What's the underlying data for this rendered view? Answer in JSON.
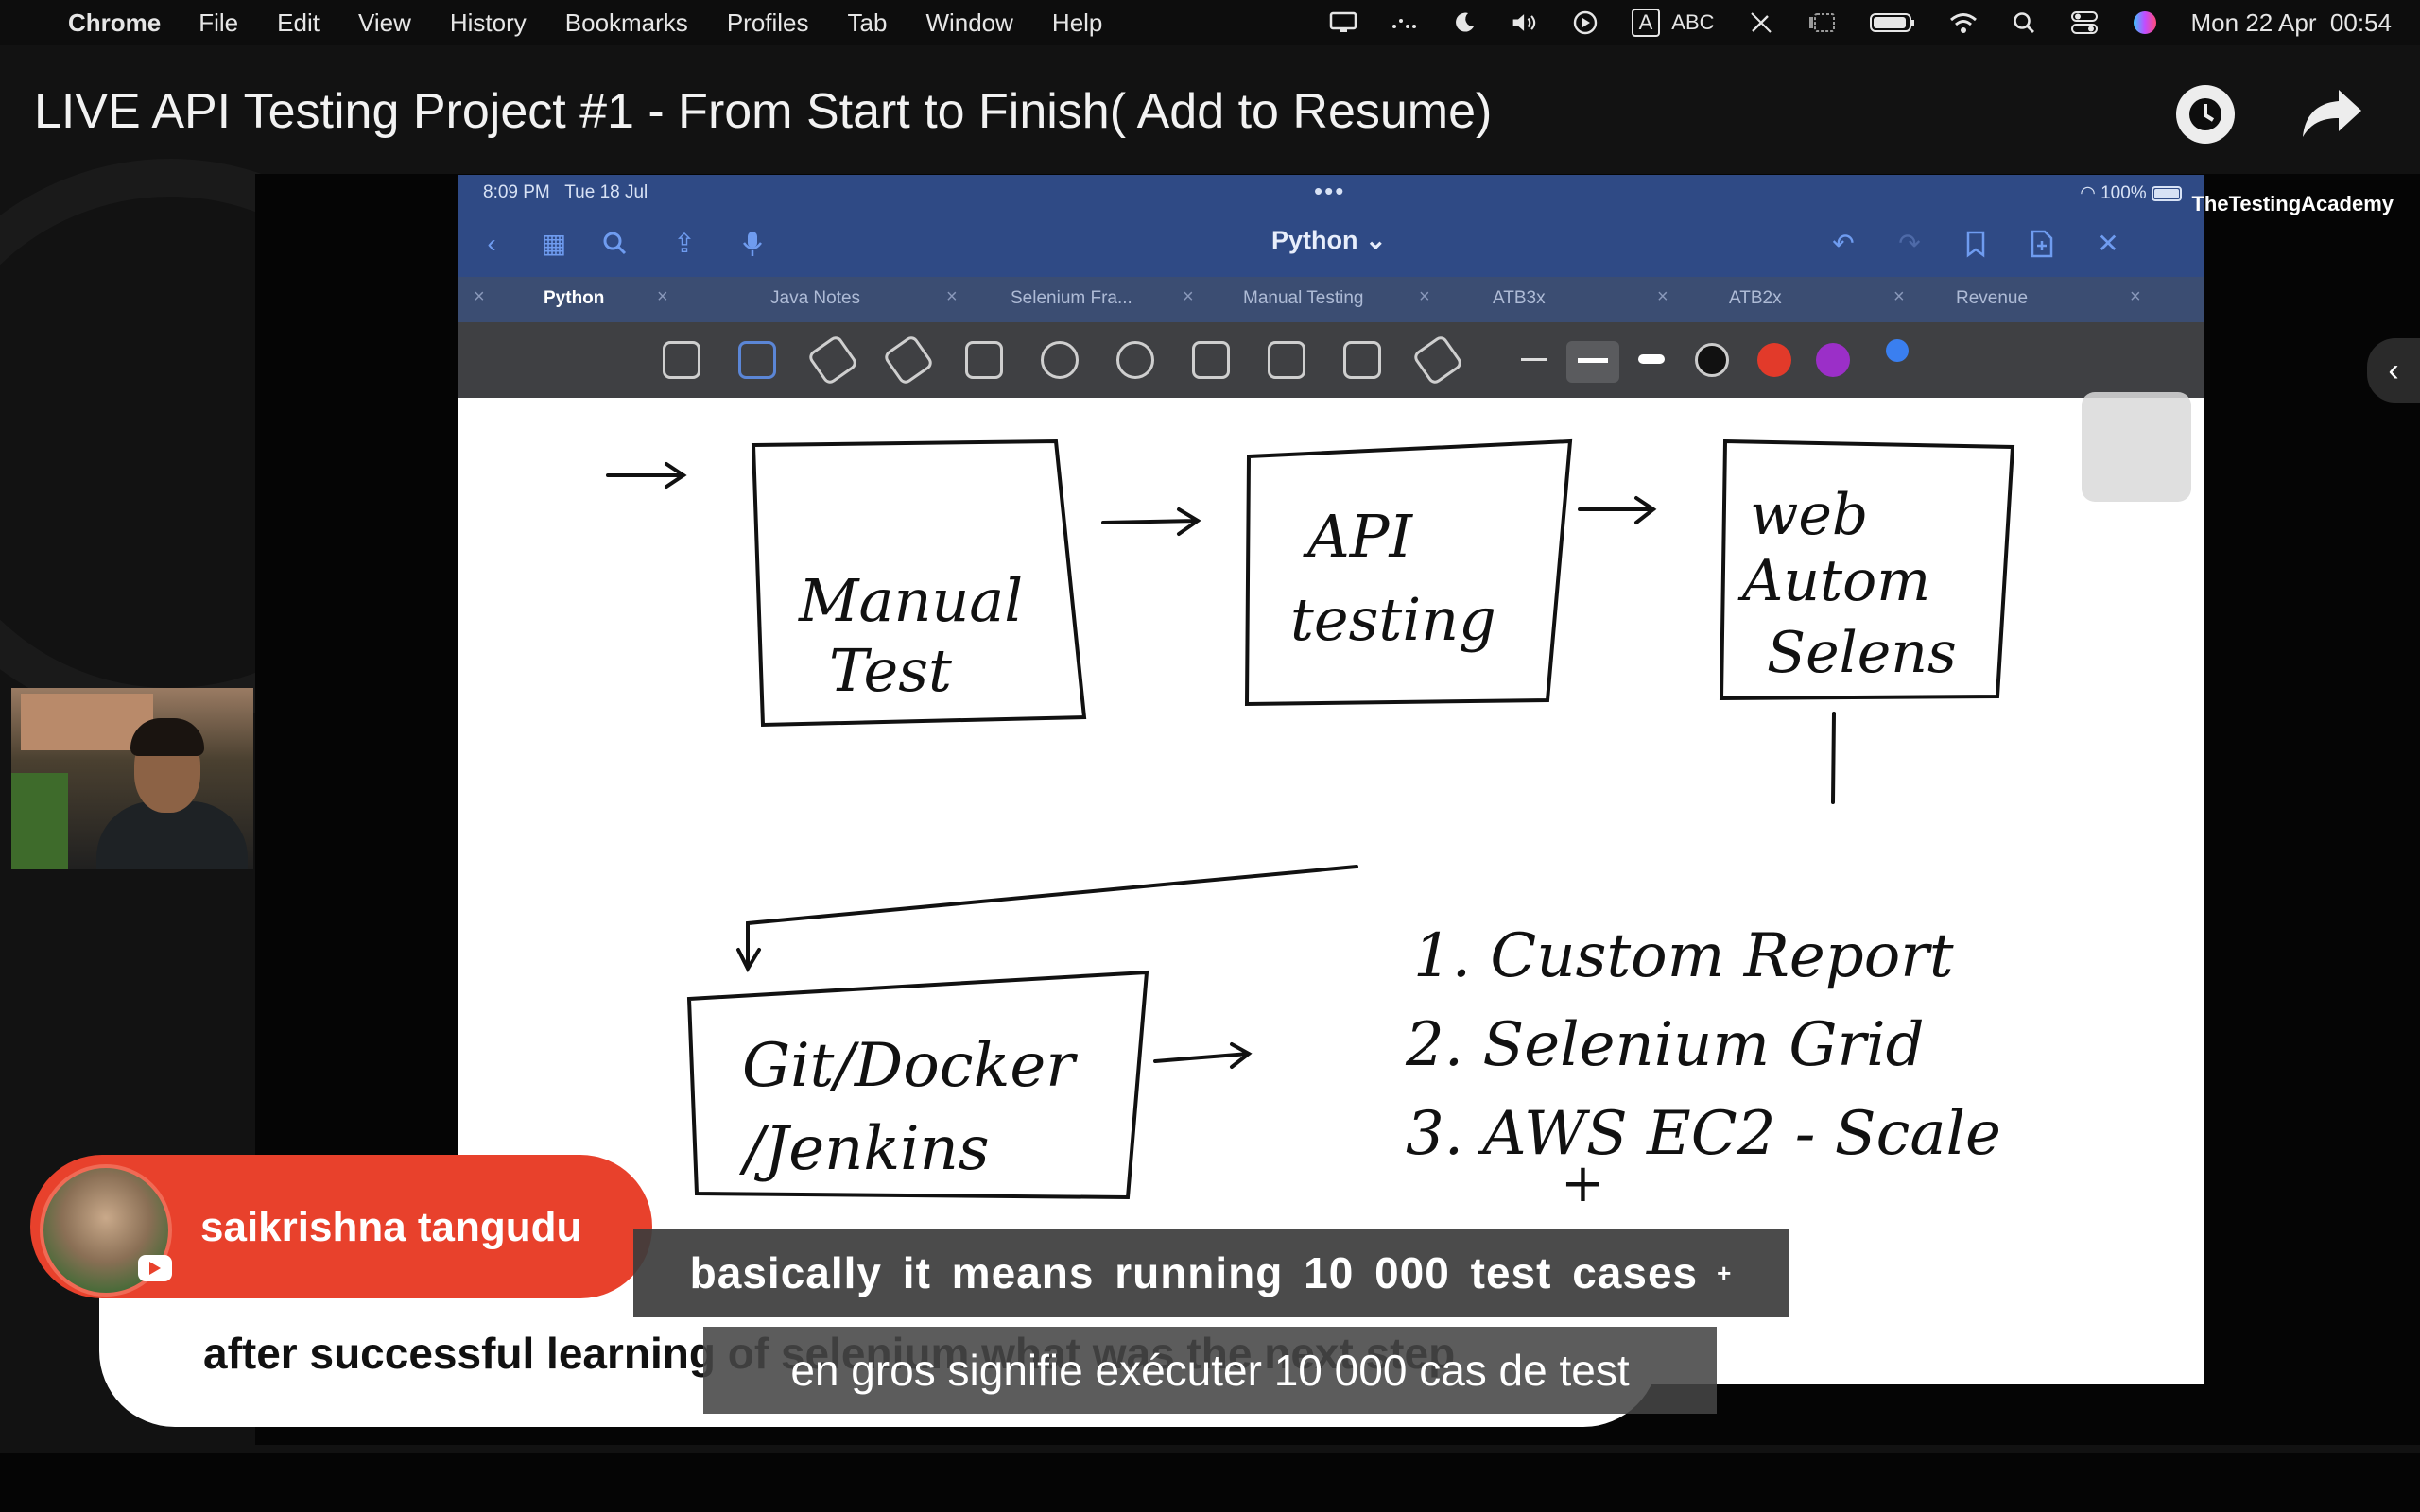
{
  "menubar": {
    "app": "Chrome",
    "items": [
      "File",
      "Edit",
      "View",
      "History",
      "Bookmarks",
      "Profiles",
      "Tab",
      "Window",
      "Help"
    ],
    "input_source": "ABC",
    "clock": "Mon 22 Apr  00:54"
  },
  "video": {
    "title": "LIVE API Testing Project #1 - From Start to Finish( Add to Resume)"
  },
  "ipad": {
    "status_time": "8:09 PM   Tue 18 Jul",
    "status_dots": "•••",
    "battery": "100%",
    "notebook_title": "Python ⌄",
    "brand": "TheTestingAcademy",
    "tabs": [
      "Python",
      "Java Notes",
      "Selenium Fra...",
      "Manual Testing",
      "ATB3x",
      "ATB2x",
      "Revenue"
    ],
    "colors": {
      "nav": "#2f4a85",
      "toolbar": "#3f4043"
    }
  },
  "diagram": {
    "arrow_start": "→",
    "box1": [
      "Manual",
      "Test"
    ],
    "box2": [
      "API",
      "testing"
    ],
    "box3": [
      "web",
      "Autom",
      "Selens"
    ],
    "box4": [
      "Git/Docker",
      "/Jenkins"
    ],
    "list": [
      "1. Custom Report",
      "2. Selenium Grid",
      "3. AWS EC2 - Scale",
      "+"
    ]
  },
  "live_chat": {
    "author": "saikrishna tangudu",
    "message": "after successful learning of selenium what was the next step"
  },
  "captions": {
    "line1": "basically it means running 10 000 test cases",
    "line1_icon": "+",
    "line2": "en gros signifie exécuter 10 000 cas de test"
  }
}
